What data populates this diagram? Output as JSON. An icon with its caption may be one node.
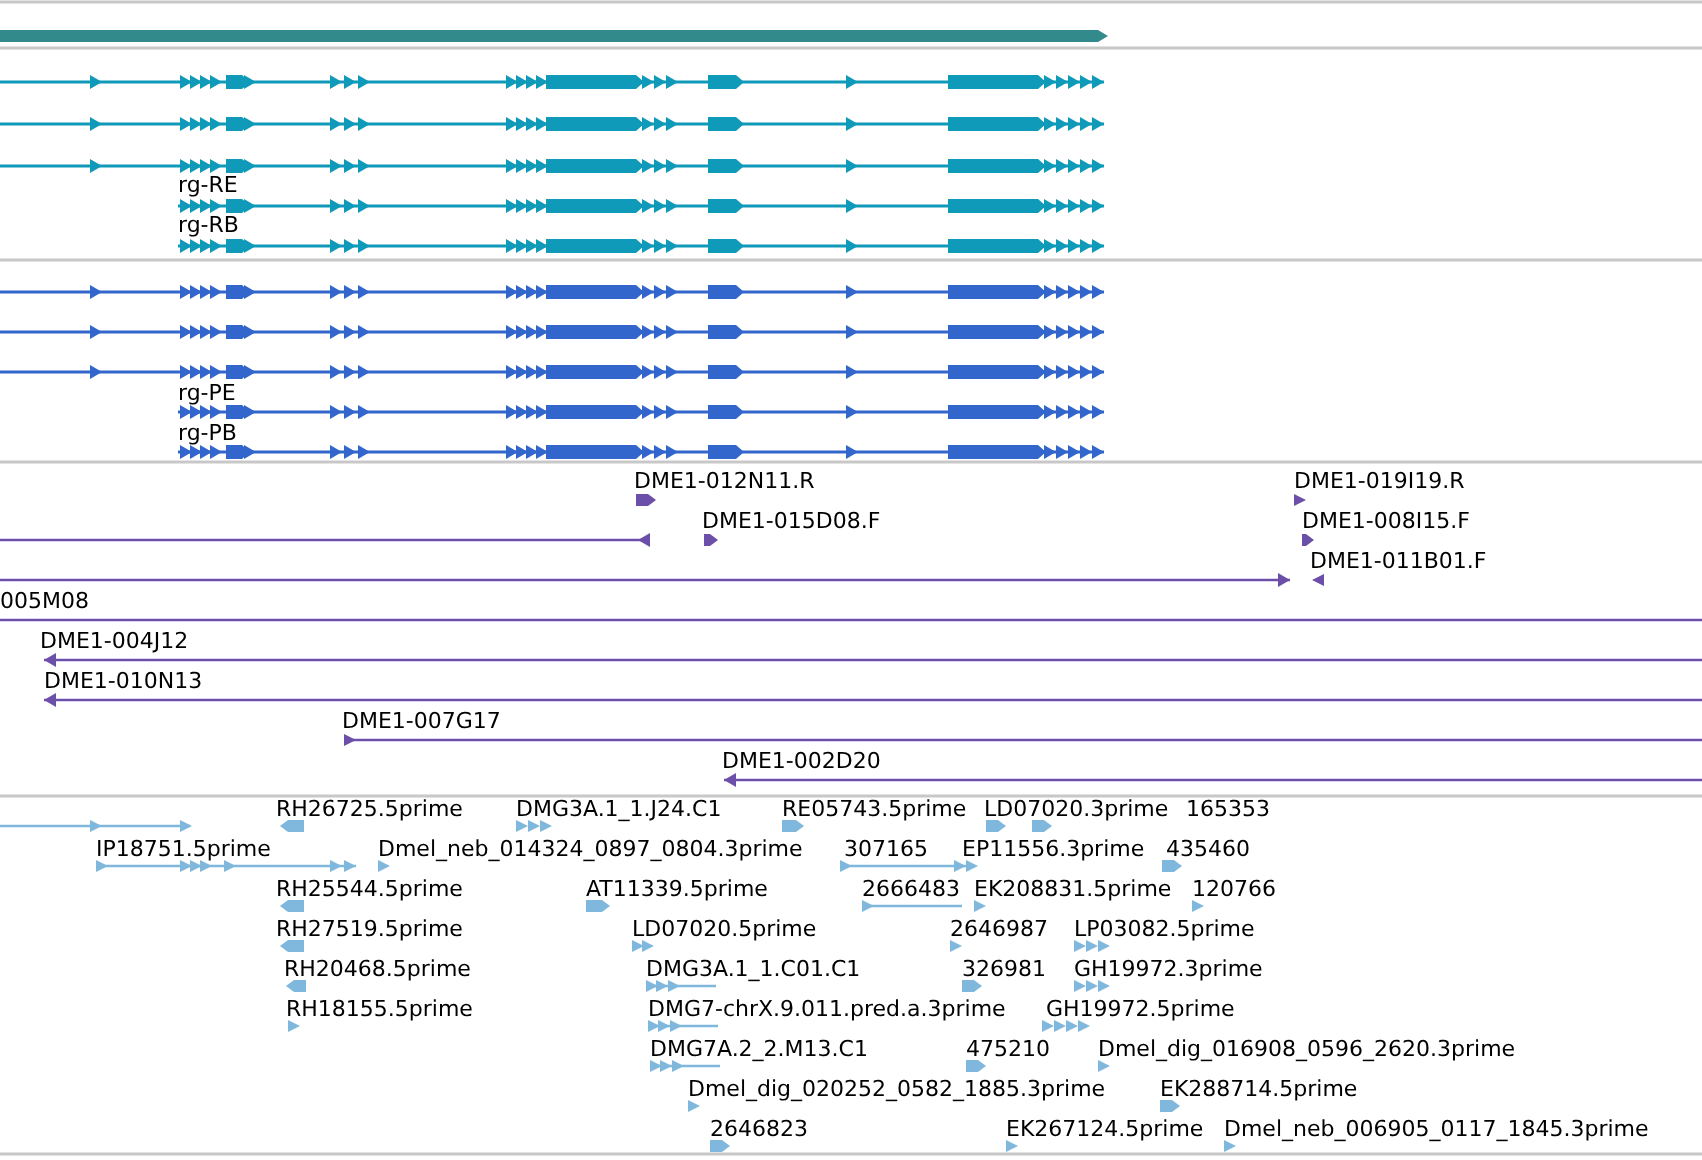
{
  "diagram": {
    "labels": [
      "rg-RE",
      "rg-RB",
      "rg-PE",
      "rg-PB",
      "DME1-012N11.R",
      "DME1-019I19.R",
      "DME1-015D08.F",
      "DME1-008I15.F",
      "DME1-011B01.F",
      "005M08",
      "DME1-004J12",
      "DME1-010N13",
      "DME1-007G17",
      "DME1-002D20",
      "RH26725.5prime",
      "DMG3A.1_1.J24.C1",
      "RE05743.5prime",
      "LD07020.3prime",
      "165353",
      "IP18751.5prime",
      "Dmel_neb_014324_0897_0804.3prime",
      "307165",
      "EP11556.3prime",
      "435460",
      "RH25544.5prime",
      "AT11339.5prime",
      "2666483",
      "EK208831.5prime",
      "120766",
      "RH27519.5prime",
      "LD07020.5prime",
      "2646987",
      "LP03082.5prime",
      "RH20468.5prime",
      "DMG3A.1_1.C01.C1",
      "326981",
      "GH19972.3prime",
      "RH18155.5prime",
      "DMG7-chrX.9.011.pred.a.3prime",
      "GH19972.5prime",
      "DMG7A.2_2.M13.C1",
      "475210",
      "Dmel_dig_016908_0596_2620.3prime",
      "Dmel_dig_020252_0582_1885.3prime",
      "EK288714.5prime",
      "2646823",
      "EK267124.5prime",
      "Dmel_neb_006905_0117_1845.3prime"
    ]
  }
}
